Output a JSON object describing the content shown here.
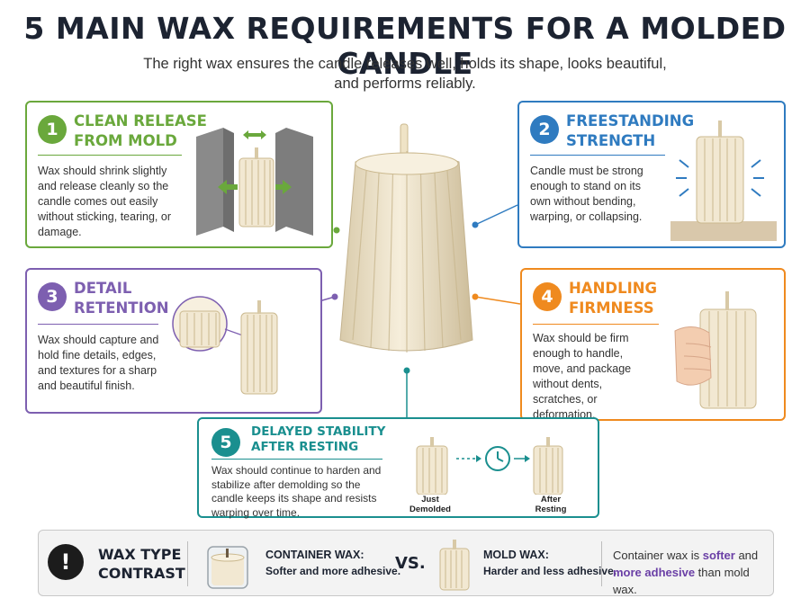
{
  "title": "5 MAIN WAX REQUIREMENTS FOR A MOLDED CANDLE",
  "subtitle": "The right wax ensures the candle releases well, holds its shape, looks beautiful, and performs reliably.",
  "colors": {
    "green": "#6aa83c",
    "blue": "#2f7bc0",
    "purple": "#7d5fb0",
    "orange": "#ef8a1f",
    "teal": "#1a8f8f",
    "wax": "#f1e6cf"
  },
  "cards": [
    {
      "num": "1",
      "title_lines": [
        "CLEAN RELEASE",
        "FROM MOLD"
      ],
      "body": "Wax should shrink slightly and release cleanly so the candle comes out easily without sticking, tearing, or damage."
    },
    {
      "num": "2",
      "title_lines": [
        "FREESTANDING",
        "STRENGTH"
      ],
      "body": "Candle must be strong enough to stand on its own without bending, warping, or collapsing."
    },
    {
      "num": "3",
      "title_lines": [
        "DETAIL",
        "RETENTION"
      ],
      "body": "Wax should capture and hold fine details, edges, and textures for a sharp and beautiful finish."
    },
    {
      "num": "4",
      "title_lines": [
        "HANDLING",
        "FIRMNESS"
      ],
      "body": "Wax should be firm enough to handle, move, and package without dents, scratches, or deformation."
    },
    {
      "num": "5",
      "title_lines": [
        "DELAYED STABILITY",
        "AFTER RESTING"
      ],
      "body": "Wax should continue to harden and stabilize after demolding so the candle keeps its shape and resists warping over time.",
      "labels": {
        "before_line1": "Just",
        "before_line2": "Demolded",
        "after_line1": "After",
        "after_line2": "Resting"
      }
    }
  ],
  "contrast": {
    "heading_line1": "WAX TYPE",
    "heading_line2": "CONTRAST",
    "alert_symbol": "!",
    "container_label": "CONTAINER WAX:",
    "container_desc": "Softer and more adhesive.",
    "vs": "VS.",
    "mold_label": "MOLD WAX:",
    "mold_desc": "Harder and less adhesive.",
    "summary_pre": "Container wax is ",
    "summary_hl1": "softer",
    "summary_mid": " and",
    "summary_hl2": "more adhesive",
    "summary_post": " than mold wax."
  }
}
